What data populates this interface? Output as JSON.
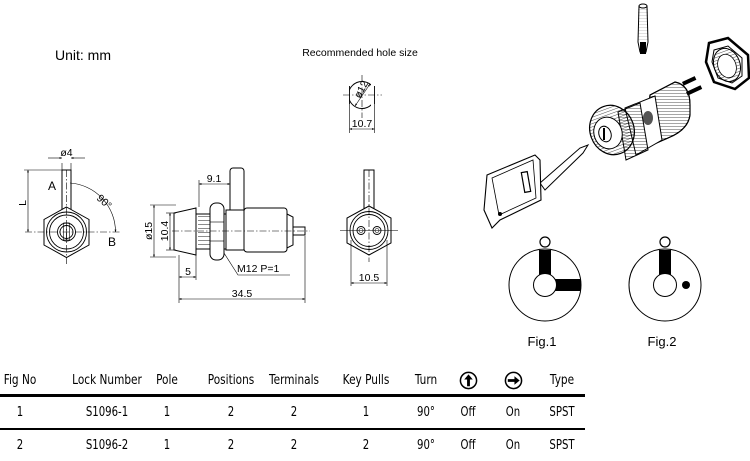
{
  "unit_label": "Unit:  mm",
  "hole": {
    "title": "Recommended hole size",
    "diameter_label": "ø12",
    "flat_width_label": "10.7"
  },
  "front_view": {
    "shaft_diameter_label": "ø4",
    "length_label": "L",
    "position_a_label": "A",
    "position_b_label": "B",
    "turn_angle_label": "90°"
  },
  "side_view": {
    "head_width_label": "9.1",
    "outer_diameter_label": "ø15",
    "inner_height_label": "10.4",
    "flange_length_label": "5",
    "thread_label": "M12  P=1",
    "overall_length_label": "34.5"
  },
  "rear_view": {
    "hex_width_label": "10.5"
  },
  "figures": [
    {
      "label": "Fig.1",
      "contacts": [
        "A-up",
        "B-right"
      ]
    },
    {
      "label": "Fig.2",
      "contacts": [
        "A-up"
      ],
      "key_pull_marker": "dot"
    }
  ],
  "table": {
    "headers": [
      "Fig No",
      "Lock Number",
      "Pole",
      "Positions",
      "Terminals",
      "Key Pulls",
      "Turn",
      "arrow-up-circle-icon",
      "arrow-right-circle-icon",
      "Type"
    ],
    "rows": [
      [
        "1",
        "S1096-1",
        "1",
        "2",
        "2",
        "1",
        "90°",
        "Off",
        "On",
        "SPST"
      ],
      [
        "2",
        "S1096-2",
        "1",
        "2",
        "2",
        "2",
        "90°",
        "Off",
        "On",
        "SPST"
      ]
    ]
  }
}
